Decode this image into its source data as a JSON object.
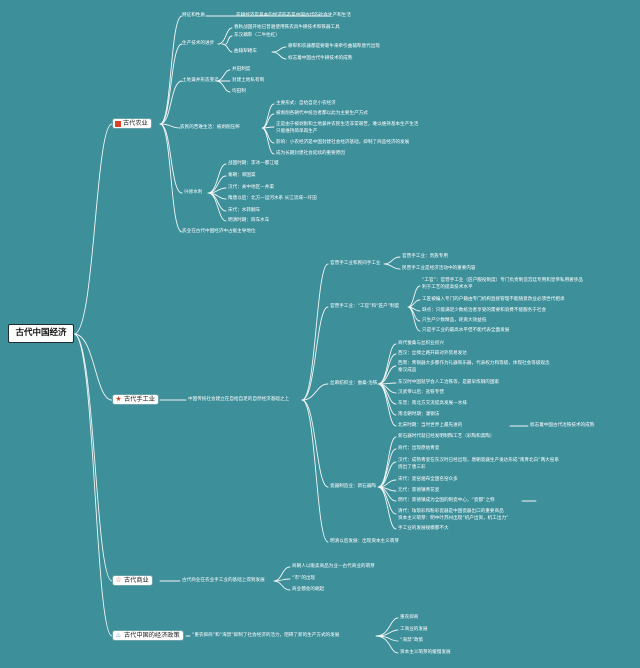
{
  "root": {
    "label": "古代中国经济"
  },
  "branches": {
    "agriculture": {
      "label": "古代农业",
      "icon": "flag-icon",
      "nodes": {
        "feature": "特征和性质",
        "feature_text": "农耕经济是基本的经济形态是中国古代的社会生产和生活",
        "tools": "生产技术的进步",
        "tools_1": "春秋战国开始已普遍使用铁农具牛耕技术和铁器工具",
        "tools_2": "东汉耦犁（二牛抬杠）",
        "tools_3": "曲辕犁耧车",
        "tools_3a": "耕犁和农器都是要靠牛来牵引曲辕犁唐代出现",
        "tools_3b": "标志着中国古代牛耕技术的成熟",
        "land": "土地兼并形态变迁",
        "land_1": "井田制度",
        "land_2": "封建土地私有制",
        "land_3": "均田制",
        "small": "农民的苦难生活：被剥削压榨",
        "small_1": "主要形式：自给自足小农经济",
        "small_2": "被剥削各朝代中统治者都以此为主要生产方式",
        "small_3": "正是由于被剥削和土地兼并农民生活非常艰苦，难以维持基本生产生活",
        "small_3b": "只能维持简单再生产",
        "small_4": "影响：小农经济是中国封建社会经济基础，抑制了商品经济的发展",
        "small_5": "成为长期封建社会延续的重要原因",
        "water": "兴修水利",
        "water_1": "战国时期：李冰—都江堰",
        "water_2": "秦朝：郑国渠",
        "water_3": "汉代：关中地区—井渠",
        "water_4": "隋唐以后：北方一运河水系 长江流域—圩田",
        "water_5": "宋代：水转翻车",
        "water_6": "明清时期：筒车水车",
        "conclusion": "农业在古代中国经济中占据主导地位"
      }
    },
    "handicraft": {
      "label": "古代手工业",
      "icon": "star-icon",
      "intro": "中国传统社会建立在自给自足的自然经济基础之上",
      "nodes": {
        "govt": "官营手工业和民间手工业",
        "govt_1": "官营手工业：贵族专用",
        "govt_2": "民营手工业是经济活动中的重要内容",
        "official": "官营手工业：“工官”和“匠户”制度",
        "official_1": "“工官”：官营手工业（匠户服役制度）专门负责制造宫廷专用和皇帝私用奢侈品",
        "official_1b": "利于工艺的提高技术水平",
        "official_2": "工匠被编入专门的户籍由专门机构直接管理不能随意改业必须世代相承",
        "official_3": "缺点：只能满足少数统治者享受的需要和浪费不能服务于社会",
        "official_4": "只生产少数精品，耗资大效益低",
        "official_5": "只是手工业的最高水平但不能代表全面发展",
        "textile": "丝麻纺织业：蚕桑·治铁",
        "textile_1": "商代蚕桑与丝织业初兴",
        "textile_2": "西汉：丝绸之路开辟对外贸易发达",
        "textile_3": "西周：青铜器大多都作为礼器和乐器，代表权力和等级，体现社会等级观念",
        "textile_3b": "秦汉成品",
        "textile_4": "东汉时中国就学会人工治铁等，是最早炼钢的国家",
        "textile_5": "汉武帝以后：盐铁专营",
        "textile_6": "东晋：南北方交流提高发展—水排",
        "textile_7": "南北朝时期：灌钢法",
        "textile_8": "北宋时期：当时世界上最先进的",
        "textile_8b": "标志着中国古代冶铁技术的成熟",
        "ceramic": "瓷器制造业：新石器陶",
        "ceramic_1": "新石器时代就已经发明制陶工艺（彩陶和黑陶）",
        "ceramic_2": "商代：出现原始青瓷",
        "ceramic_3": "汉代：成熟青瓷在东汉时已经出现，唐朝瓷器生产发达形成“南青北白”两大窑系",
        "ceramic_3b": "烧出了唐三彩",
        "ceramic_4": "宋代：瓷窑遍布全国名窑众多",
        "ceramic_5": "元代：景德镇青花瓷",
        "ceramic_6": "明代：景德镇成为全国的制瓷中心，“瓷都”之称",
        "ceramic_7": "清代：珐琅彩和粉彩瓷器是中国瓷器出口的重要商品",
        "ceramic_7b": "资本主义萌芽：明中叶苏州出现“机户出资，机工出力”",
        "ceramic_8": "手工业的发展规模都不大",
        "later": "明清以后发展：出现资本主义萌芽"
      }
    },
    "commerce": {
      "label": "古代商业",
      "icon": "star-outline-icon",
      "intro": "古代商业在农业手工业的基础上得到发展",
      "nodes": {
        "c1": "商朝人以贩卖商品为业—古代商业的萌芽",
        "c2": "“市”的出现",
        "c3": "商业都会的崛起"
      }
    },
    "policy": {
      "label": "古代中国的经济政策",
      "icon": "fire-icon",
      "intro": "“重农抑商”和“海禁”抑制了社会经济的活力，阻碍了新的生产方式的发展",
      "nodes": {
        "p1": "重农抑商",
        "p2": "工商业的发展",
        "p3": "“海禁”政策",
        "p4": "资本主义萌芽的缓慢发展"
      }
    }
  },
  "colors": {
    "background": "#3d8f9a",
    "line": "#f2f6f4",
    "icon_red": "#d64525",
    "icon_blue": "#3366cc"
  }
}
